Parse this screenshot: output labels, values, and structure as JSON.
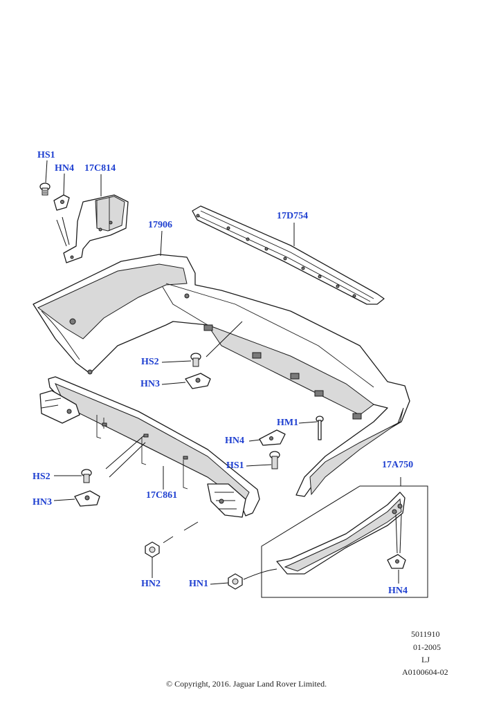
{
  "callouts": {
    "hs1_top": "HS1",
    "hn4_top": "HN4",
    "c17c814": "17C814",
    "c17906": "17906",
    "c17d754": "17D754",
    "hs2_mid": "HS2",
    "hn3_mid": "HN3",
    "hm1": "HM1",
    "hn4_mid": "HN4",
    "hs1_mid": "HS1",
    "c17a750": "17A750",
    "hs2_low": "HS2",
    "hn3_low": "HN3",
    "c17c861": "17C861",
    "hn2": "HN2",
    "hn1": "HN1",
    "hn4_low": "HN4"
  },
  "meta": {
    "code1": "5011910",
    "date": "01-2005",
    "initials": "LJ",
    "ref": "A0100604-02",
    "copyright": "© Copyright, 2016. Jaguar Land Rover Limited."
  }
}
